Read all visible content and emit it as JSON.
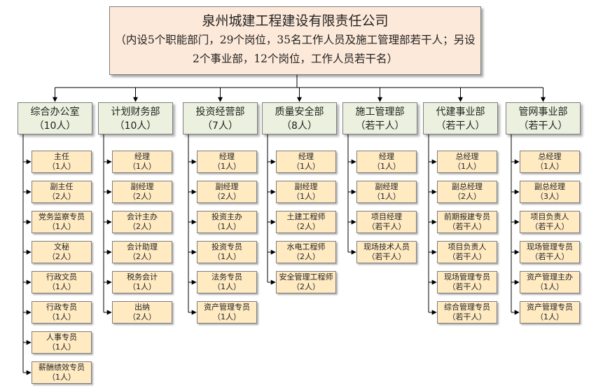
{
  "company": {
    "title": "泉州城建工程建设有限责任公司",
    "description": "（内设5个职能部门，29个岗位，35名工作人员及施工管理部若干人；另设2个事业部，12个岗位，工作人员若干名）"
  },
  "departments": [
    {
      "name": "综合办公室",
      "count": "（10人）",
      "positions": [
        {
          "title": "主任",
          "count": "（1人）"
        },
        {
          "title": "副主任",
          "count": "（2人）"
        },
        {
          "title": "党务监察专员",
          "count": "（1人）"
        },
        {
          "title": "文秘",
          "count": "（2人）"
        },
        {
          "title": "行政文员",
          "count": "（1人）"
        },
        {
          "title": "行政专员",
          "count": "（1人）"
        },
        {
          "title": "人事专员",
          "count": "（1人）"
        },
        {
          "title": "薪酬绩效专员",
          "count": "（1人）"
        }
      ]
    },
    {
      "name": "计划财务部",
      "count": "（10人）",
      "positions": [
        {
          "title": "经理",
          "count": "（1人）"
        },
        {
          "title": "副经理",
          "count": "（2人）"
        },
        {
          "title": "会计主办",
          "count": "（2人）"
        },
        {
          "title": "会计助理",
          "count": "（2人）"
        },
        {
          "title": "税务会计",
          "count": "（1人）"
        },
        {
          "title": "出纳",
          "count": "（2人）"
        }
      ]
    },
    {
      "name": "投资经营部",
      "count": "（7人）",
      "positions": [
        {
          "title": "经理",
          "count": "（1人）"
        },
        {
          "title": "副经理",
          "count": "（2人）"
        },
        {
          "title": "投资主办",
          "count": "（1人）"
        },
        {
          "title": "投资专员",
          "count": "（1人）"
        },
        {
          "title": "法务专员",
          "count": "（1人）"
        },
        {
          "title": "资产管理专员",
          "count": "（1人）"
        }
      ]
    },
    {
      "name": "质量安全部",
      "count": "（8人）",
      "positions": [
        {
          "title": "经理",
          "count": "（1人）"
        },
        {
          "title": "副经理",
          "count": "（1人）"
        },
        {
          "title": "土建工程师",
          "count": "（2人）"
        },
        {
          "title": "水电工程师",
          "count": "（2人）"
        },
        {
          "title": "安全管理工程师",
          "count": "（2人）"
        }
      ]
    },
    {
      "name": "施工管理部",
      "count": "（若干人）",
      "positions": [
        {
          "title": "经理",
          "count": "（1人）"
        },
        {
          "title": "副经理",
          "count": "（1人）"
        },
        {
          "title": "项目经理",
          "count": "（若干人）"
        },
        {
          "title": "现场技术人员",
          "count": "（若干人）"
        }
      ]
    },
    {
      "name": "代建事业部",
      "count": "（若干人）",
      "positions": [
        {
          "title": "总经理",
          "count": "（1人）"
        },
        {
          "title": "副总经理",
          "count": "（2人）"
        },
        {
          "title": "前期报建专员",
          "count": "（若干人）"
        },
        {
          "title": "项目负责人",
          "count": "（若干人）"
        },
        {
          "title": "现场管理专员",
          "count": "（若干人）"
        },
        {
          "title": "综合管理专员",
          "count": "（若干人）"
        }
      ]
    },
    {
      "name": "管网事业部",
      "count": "（若干人）",
      "positions": [
        {
          "title": "总经理",
          "count": "（1人）"
        },
        {
          "title": "副总经理",
          "count": "（3人）"
        },
        {
          "title": "项目负责人",
          "count": "（若干人）"
        },
        {
          "title": "现场管理专员",
          "count": "（若干人）"
        },
        {
          "title": "资产管理主办",
          "count": "（1人）"
        },
        {
          "title": "资产管理专员",
          "count": "（1人）"
        }
      ]
    }
  ]
}
